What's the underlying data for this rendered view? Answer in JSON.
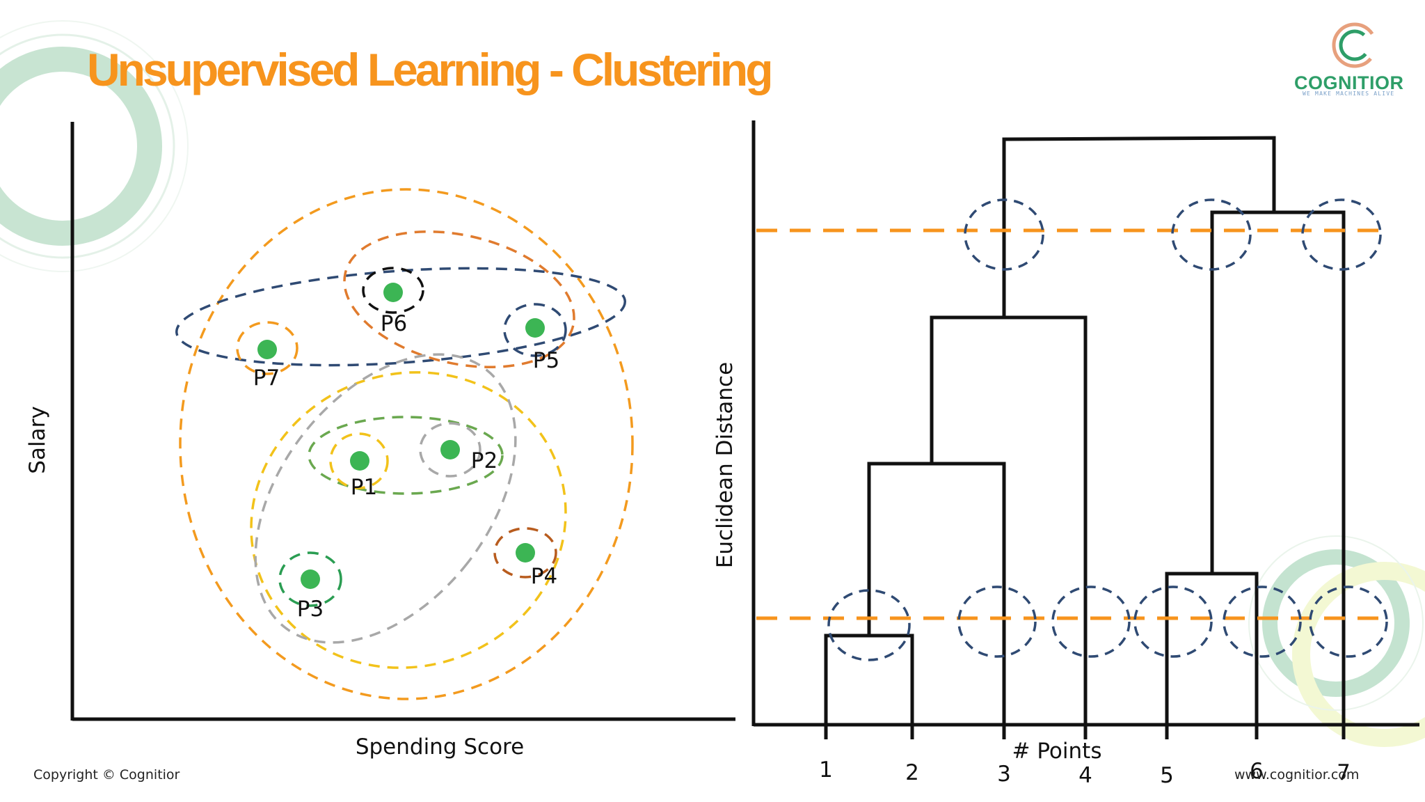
{
  "title": "Unsupervised Learning - Clustering",
  "brand": {
    "name": "COGNITIOR",
    "tagline": "WE MAKE MACHINES ALIVE"
  },
  "footer": {
    "copyright": "Copyright © Cognitior",
    "website": "www.cognitior.com"
  },
  "scatter": {
    "x_label": "Spending Score",
    "y_label": "Salary",
    "points": [
      {
        "label": "P1",
        "color": "#3cb554"
      },
      {
        "label": "P2",
        "color": "#3cb554"
      },
      {
        "label": "P3",
        "color": "#3cb554"
      },
      {
        "label": "P4",
        "color": "#3cb554"
      },
      {
        "label": "P5",
        "color": "#3cb554"
      },
      {
        "label": "P6",
        "color": "#3cb554"
      },
      {
        "label": "P7",
        "color": "#3cb554"
      }
    ]
  },
  "dendrogram": {
    "x_label": "# Points",
    "y_label": "Euclidean Distance",
    "leaves": [
      "1",
      "2",
      "3",
      "4",
      "5",
      "6",
      "7"
    ],
    "merges": [
      {
        "children": [
          "1",
          "2"
        ]
      },
      {
        "children": [
          "1-2",
          "3"
        ]
      },
      {
        "children": [
          "1-2-3",
          "4"
        ]
      },
      {
        "children": [
          "5",
          "6"
        ]
      },
      {
        "children": [
          "5-6",
          "7"
        ]
      },
      {
        "children": [
          "1-2-3-4",
          "5-6-7"
        ]
      }
    ],
    "cut_line_color": "#f7941d"
  },
  "colors": {
    "title": "#f7941d",
    "brand": "#2e9e68",
    "point": "#3cb554",
    "circle_blue": "#2f4a73",
    "ring_orange": "#f39a1e",
    "ring_dark_orange": "#e07b2e",
    "ring_yellow": "#f2c21a",
    "ring_gray": "#a8a8a8",
    "ring_green": "#6aa84f"
  }
}
